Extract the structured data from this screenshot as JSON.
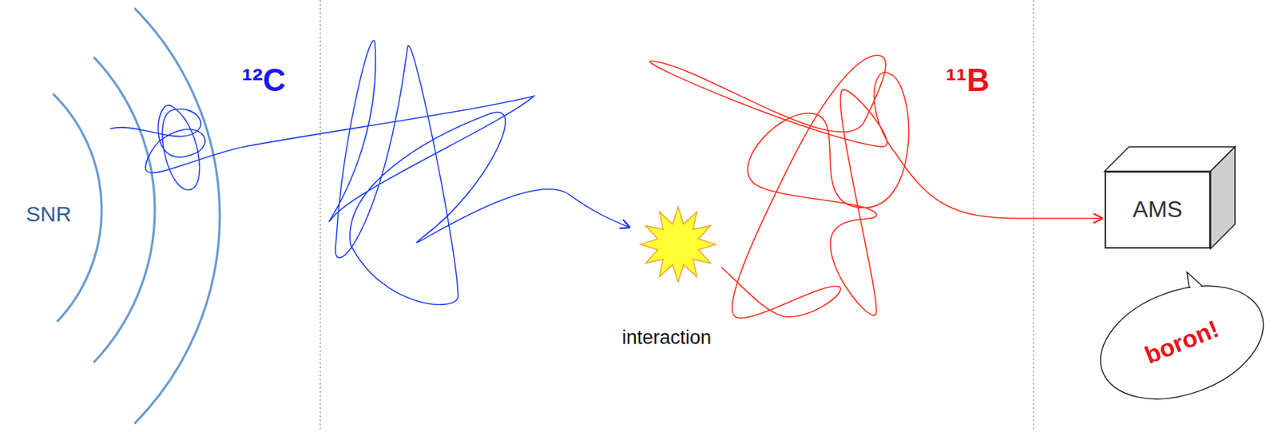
{
  "diagram": {
    "nodes": [
      {
        "text": [
          "AMS"
        ]
      },
      {
        "text": [
          "boron!"
        ]
      }
    ],
    "labels": [
      "SNR",
      "¹²C",
      "interaction",
      "¹¹B"
    ]
  }
}
